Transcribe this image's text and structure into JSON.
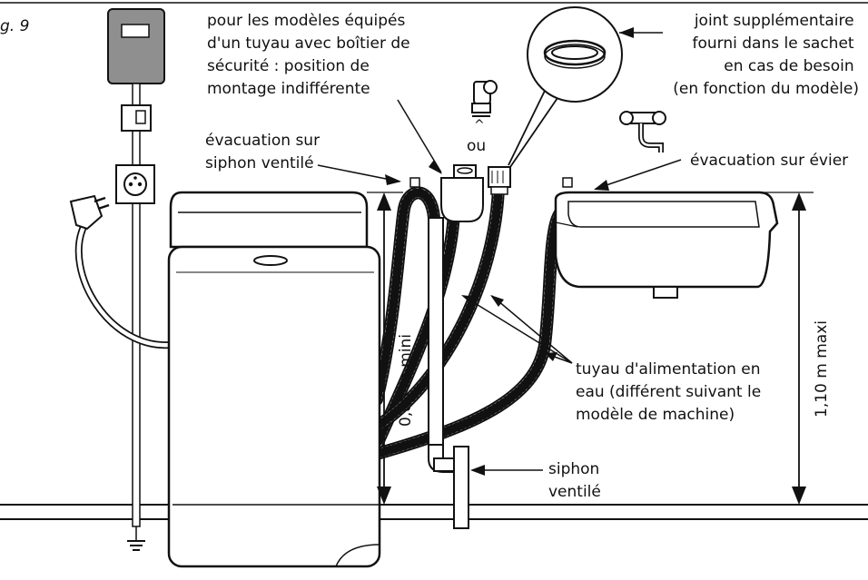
{
  "figure_label": "g. 9",
  "labels": {
    "safety_box": [
      "pour les modèles équipés",
      "d'un tuyau avec boîtier de",
      "sécurité : position de",
      "montage indifférente"
    ],
    "gasket": [
      "joint supplémentaire",
      "fourni dans le sachet",
      "en cas de besoin",
      "(en fonction du modèle)"
    ],
    "ou": "ou",
    "vented_drain": [
      "évacuation sur",
      "siphon ventilé"
    ],
    "sink_drain": "évacuation sur évier",
    "min_height": "0,80 m mini",
    "max_height": "1,10 m maxi",
    "water_hose": [
      "tuyau d'alimentation en",
      "eau (différent suivant le",
      "modèle de machine)"
    ],
    "siphon": [
      "siphon",
      "ventilé"
    ]
  },
  "colors": {
    "line": "#111111",
    "meter_fill": "#8f8f8f",
    "grey_fill": "#d9d9d9",
    "white": "#ffffff"
  }
}
